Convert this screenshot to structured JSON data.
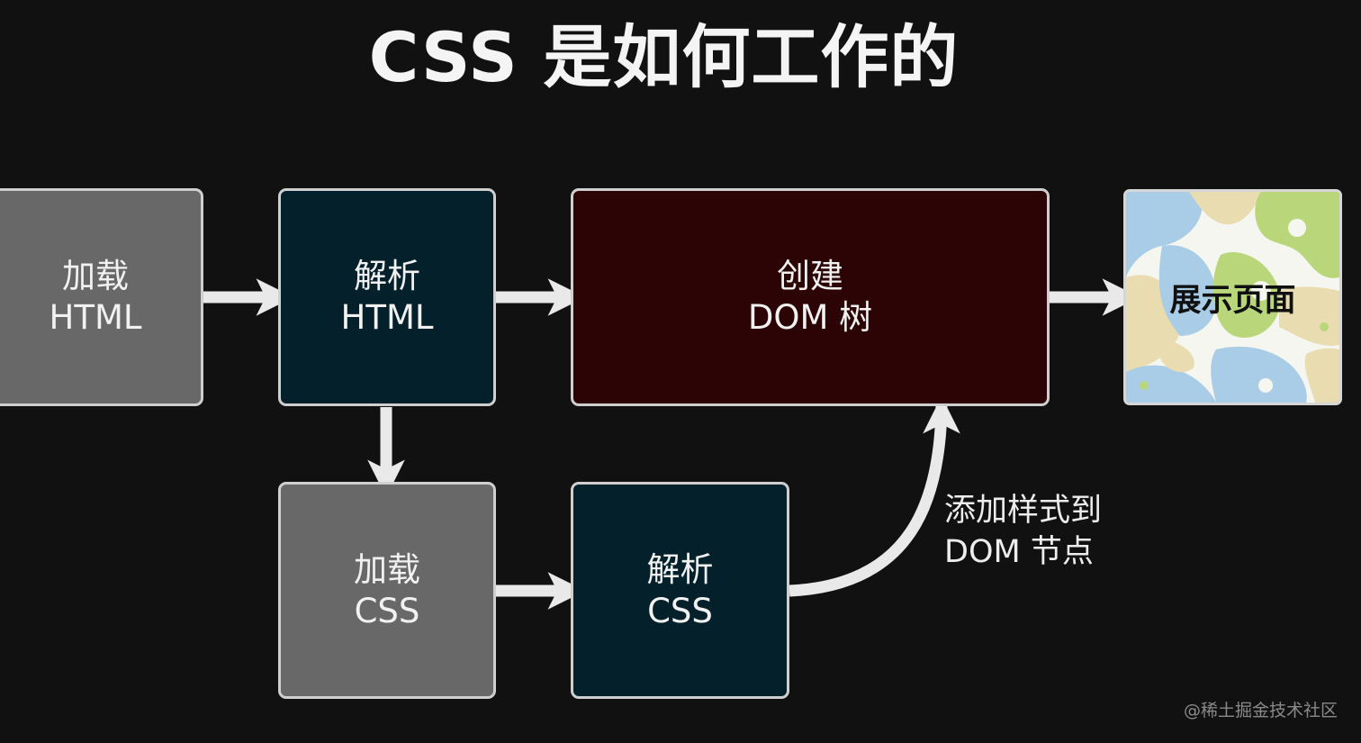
{
  "title": "CSS 是如何工作的",
  "nodes": {
    "load_html": {
      "line1": "加载",
      "line2": "HTML"
    },
    "parse_html": {
      "line1": "解析",
      "line2": "HTML"
    },
    "create_dom": {
      "line1": "创建",
      "line2": "DOM 树"
    },
    "show_page": {
      "label": "展示页面"
    },
    "load_css": {
      "line1": "加载",
      "line2": "CSS"
    },
    "parse_css": {
      "line1": "解析",
      "line2": "CSS"
    }
  },
  "edge_label": {
    "line1": "添加样式到",
    "line2": "DOM 节点"
  },
  "watermark": "@稀土掘金技术社区",
  "colors": {
    "background": "#111112",
    "gray_box": "#686868",
    "dark_box": "#04212b",
    "red_box": "#2c0405",
    "arrow": "#e9e9e9"
  }
}
